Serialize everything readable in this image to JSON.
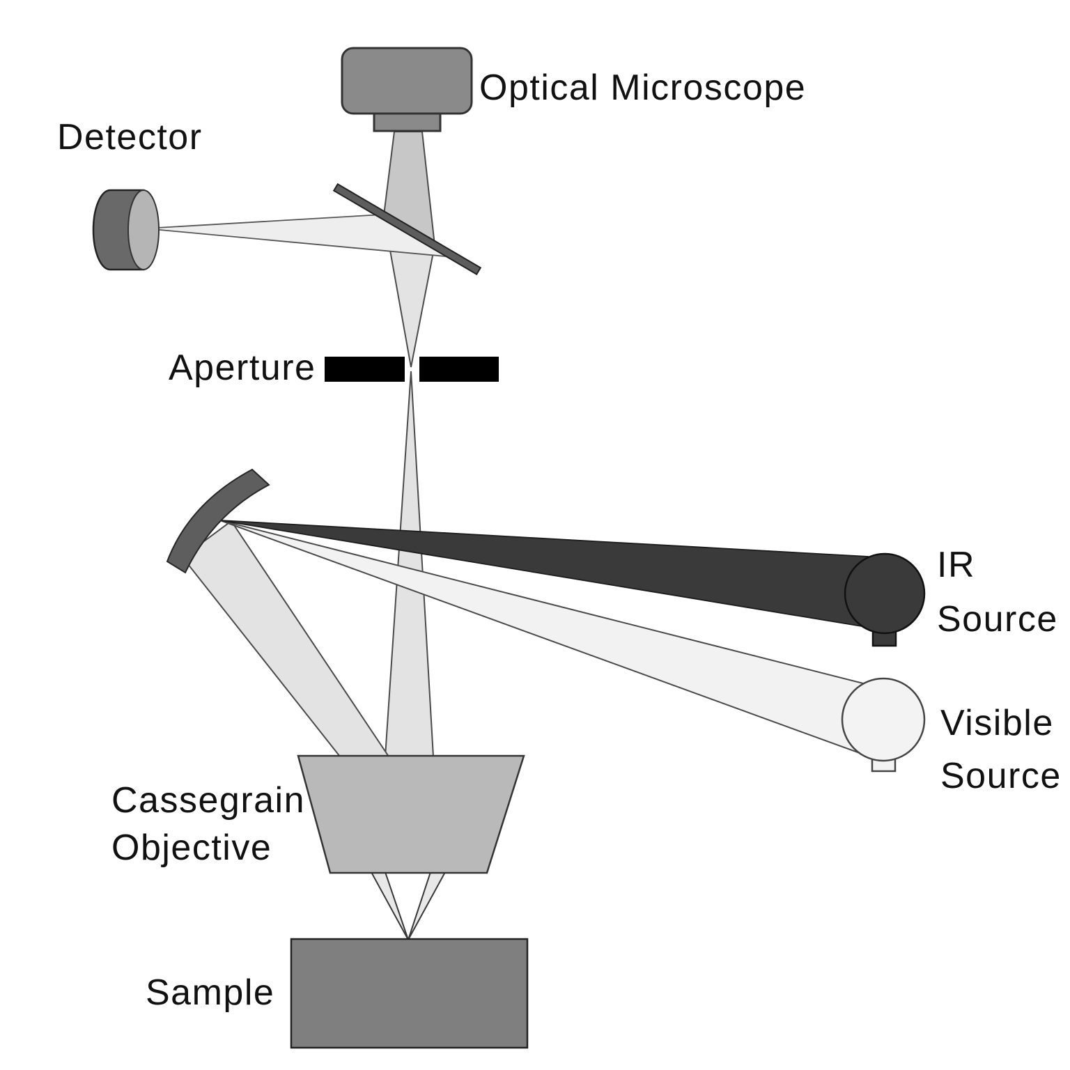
{
  "diagram": {
    "type": "optical-schematic",
    "description": "Infrared microscope optical path schematic",
    "labels": {
      "optical_microscope": "Optical Microscope",
      "detector": "Detector",
      "aperture": "Aperture",
      "ir_source_line1": "IR",
      "ir_source_line2": "Source",
      "visible_source_line1": "Visible",
      "visible_source_line2": "Source",
      "cassegrain_line1": "Cassegrain",
      "cassegrain_line2": "Objective",
      "sample": "Sample"
    },
    "colors": {
      "background": "#ffffff",
      "label_text": "#111111",
      "device_gray": "#8a8a8a",
      "objective_gray": "#b9b9b9",
      "sample_gray": "#7f7f7f",
      "mirror_gray": "#5e5e5e",
      "beamsplitter_gray": "#5d5d5d",
      "detector_body_gray": "#696969",
      "detector_face_gray": "#b5b5b5",
      "ir_beam_dark": "#3a3a3a",
      "visible_beam_light": "#f2f2f2",
      "light_beam": "#e3e3e3",
      "upper_beam": "#c7c7c7",
      "aperture_black": "#000000"
    },
    "components": [
      "optical-microscope",
      "detector",
      "beamsplitter",
      "aperture",
      "concave-mirror",
      "ir-source",
      "visible-source",
      "cassegrain-objective",
      "sample"
    ]
  }
}
